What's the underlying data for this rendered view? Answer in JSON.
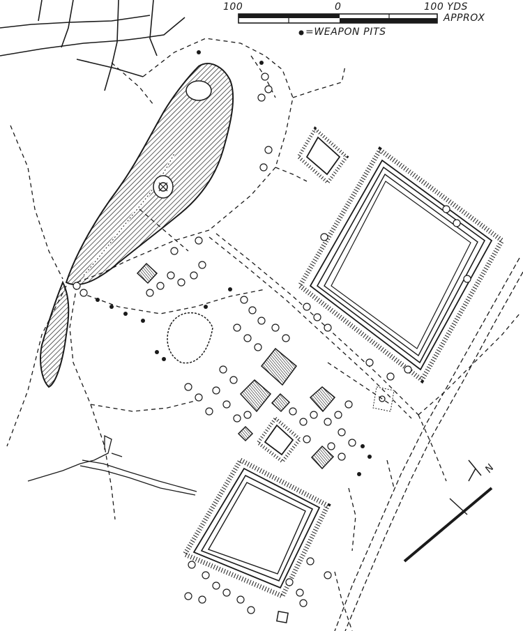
{
  "scale_bar": {
    "left_label": "100",
    "center_label": "0",
    "right_label": "100 YDS",
    "right_sublabel": "APPROX"
  },
  "legend": {
    "weapon_pits_label": "=WEAPON PITS"
  },
  "north_arrow": {
    "label": "N"
  },
  "colors": {
    "ink": "#1a1a1a",
    "paper": "#ffffff"
  }
}
